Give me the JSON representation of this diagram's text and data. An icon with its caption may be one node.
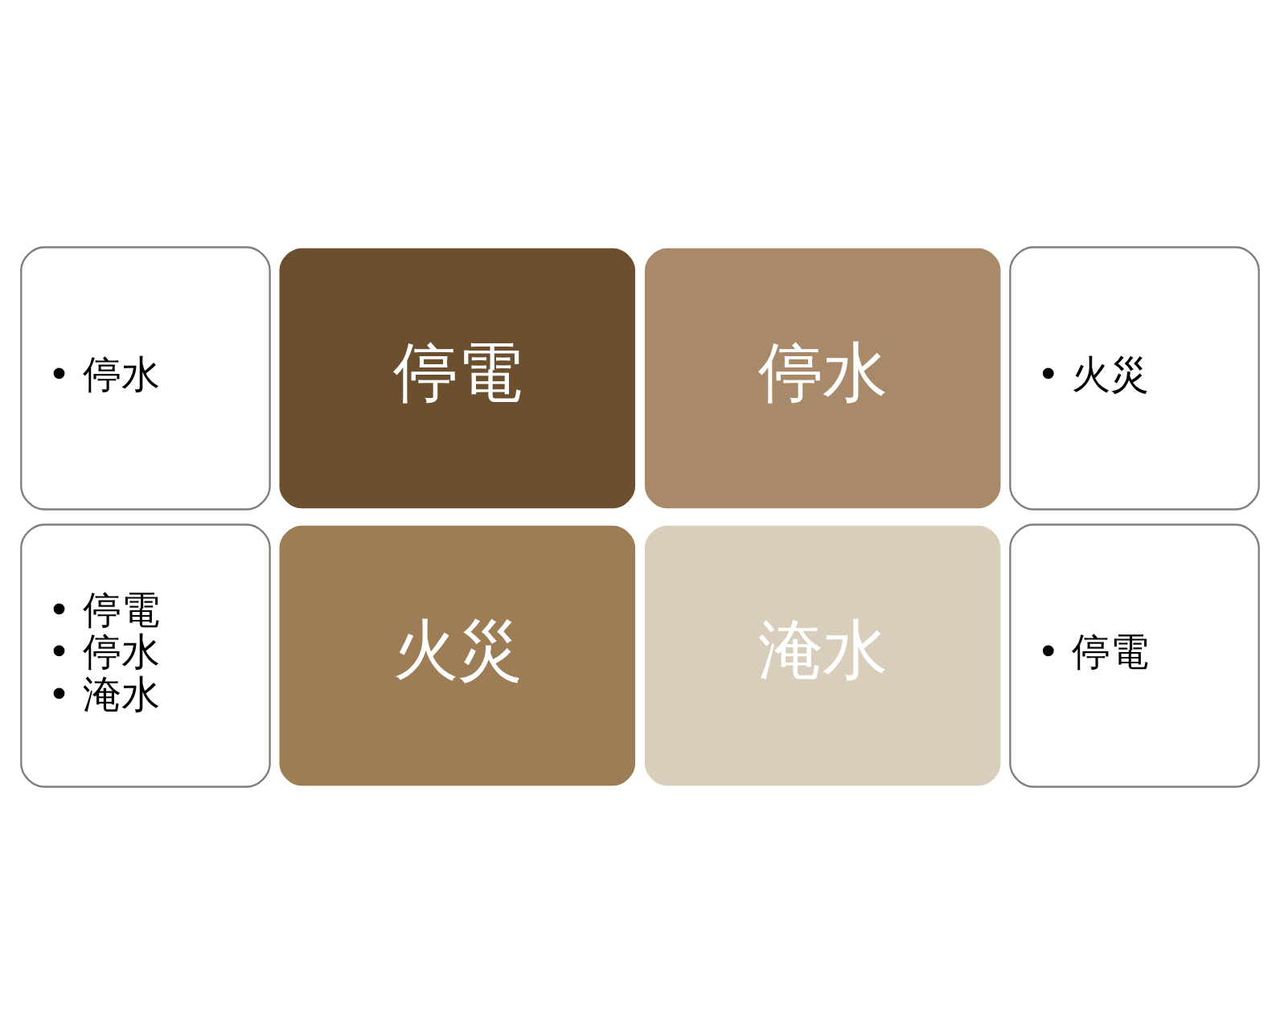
{
  "diagram": {
    "nodes": [
      {
        "text": [
          "• 停水"
        ]
      },
      {
        "text": [
          "• 火災"
        ]
      },
      {
        "text": [
          "停電"
        ]
      },
      {
        "text": [
          "停水"
        ]
      },
      {
        "text": [
          "• 停電",
          "• 停水",
          "• 淹水"
        ]
      },
      {
        "text": [
          "火災"
        ]
      },
      {
        "text": [
          "淹水"
        ]
      },
      {
        "text": [
          "• 停電"
        ]
      }
    ]
  }
}
